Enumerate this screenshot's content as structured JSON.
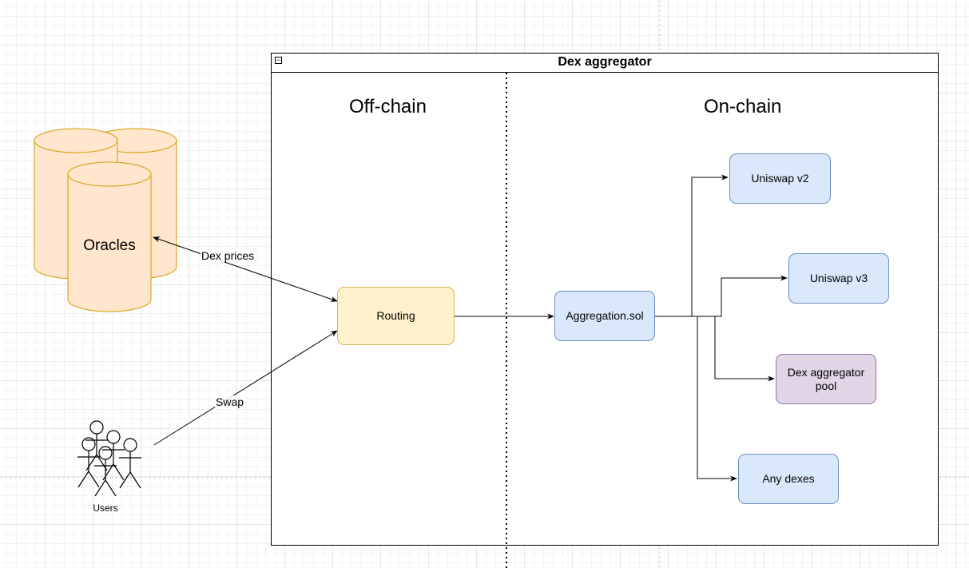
{
  "container": {
    "title": "Dex aggregator"
  },
  "sections": {
    "offchain": "Off-chain",
    "onchain": "On-chain"
  },
  "nodes": {
    "oracles": "Oracles",
    "routing": "Routing",
    "aggregation": "Aggregation.sol",
    "uniswap_v2": "Uniswap v2",
    "uniswap_v3": "Uniswap v3",
    "dex_pool": "Dex aggregator pool",
    "any_dexes": "Any dexes",
    "users": "Users"
  },
  "edges": {
    "dex_prices": "Dex prices",
    "swap": "Swap"
  },
  "colors": {
    "blue_fill": "#dae8fc",
    "blue_stroke": "#6c8ebf",
    "yellow_fill": "#fff2cc",
    "yellow_stroke": "#d6b656",
    "purple_fill": "#e1d5e7",
    "purple_stroke": "#9673a6",
    "oracle_fill": "#ffe6cc",
    "oracle_stroke": "#d79b00"
  }
}
